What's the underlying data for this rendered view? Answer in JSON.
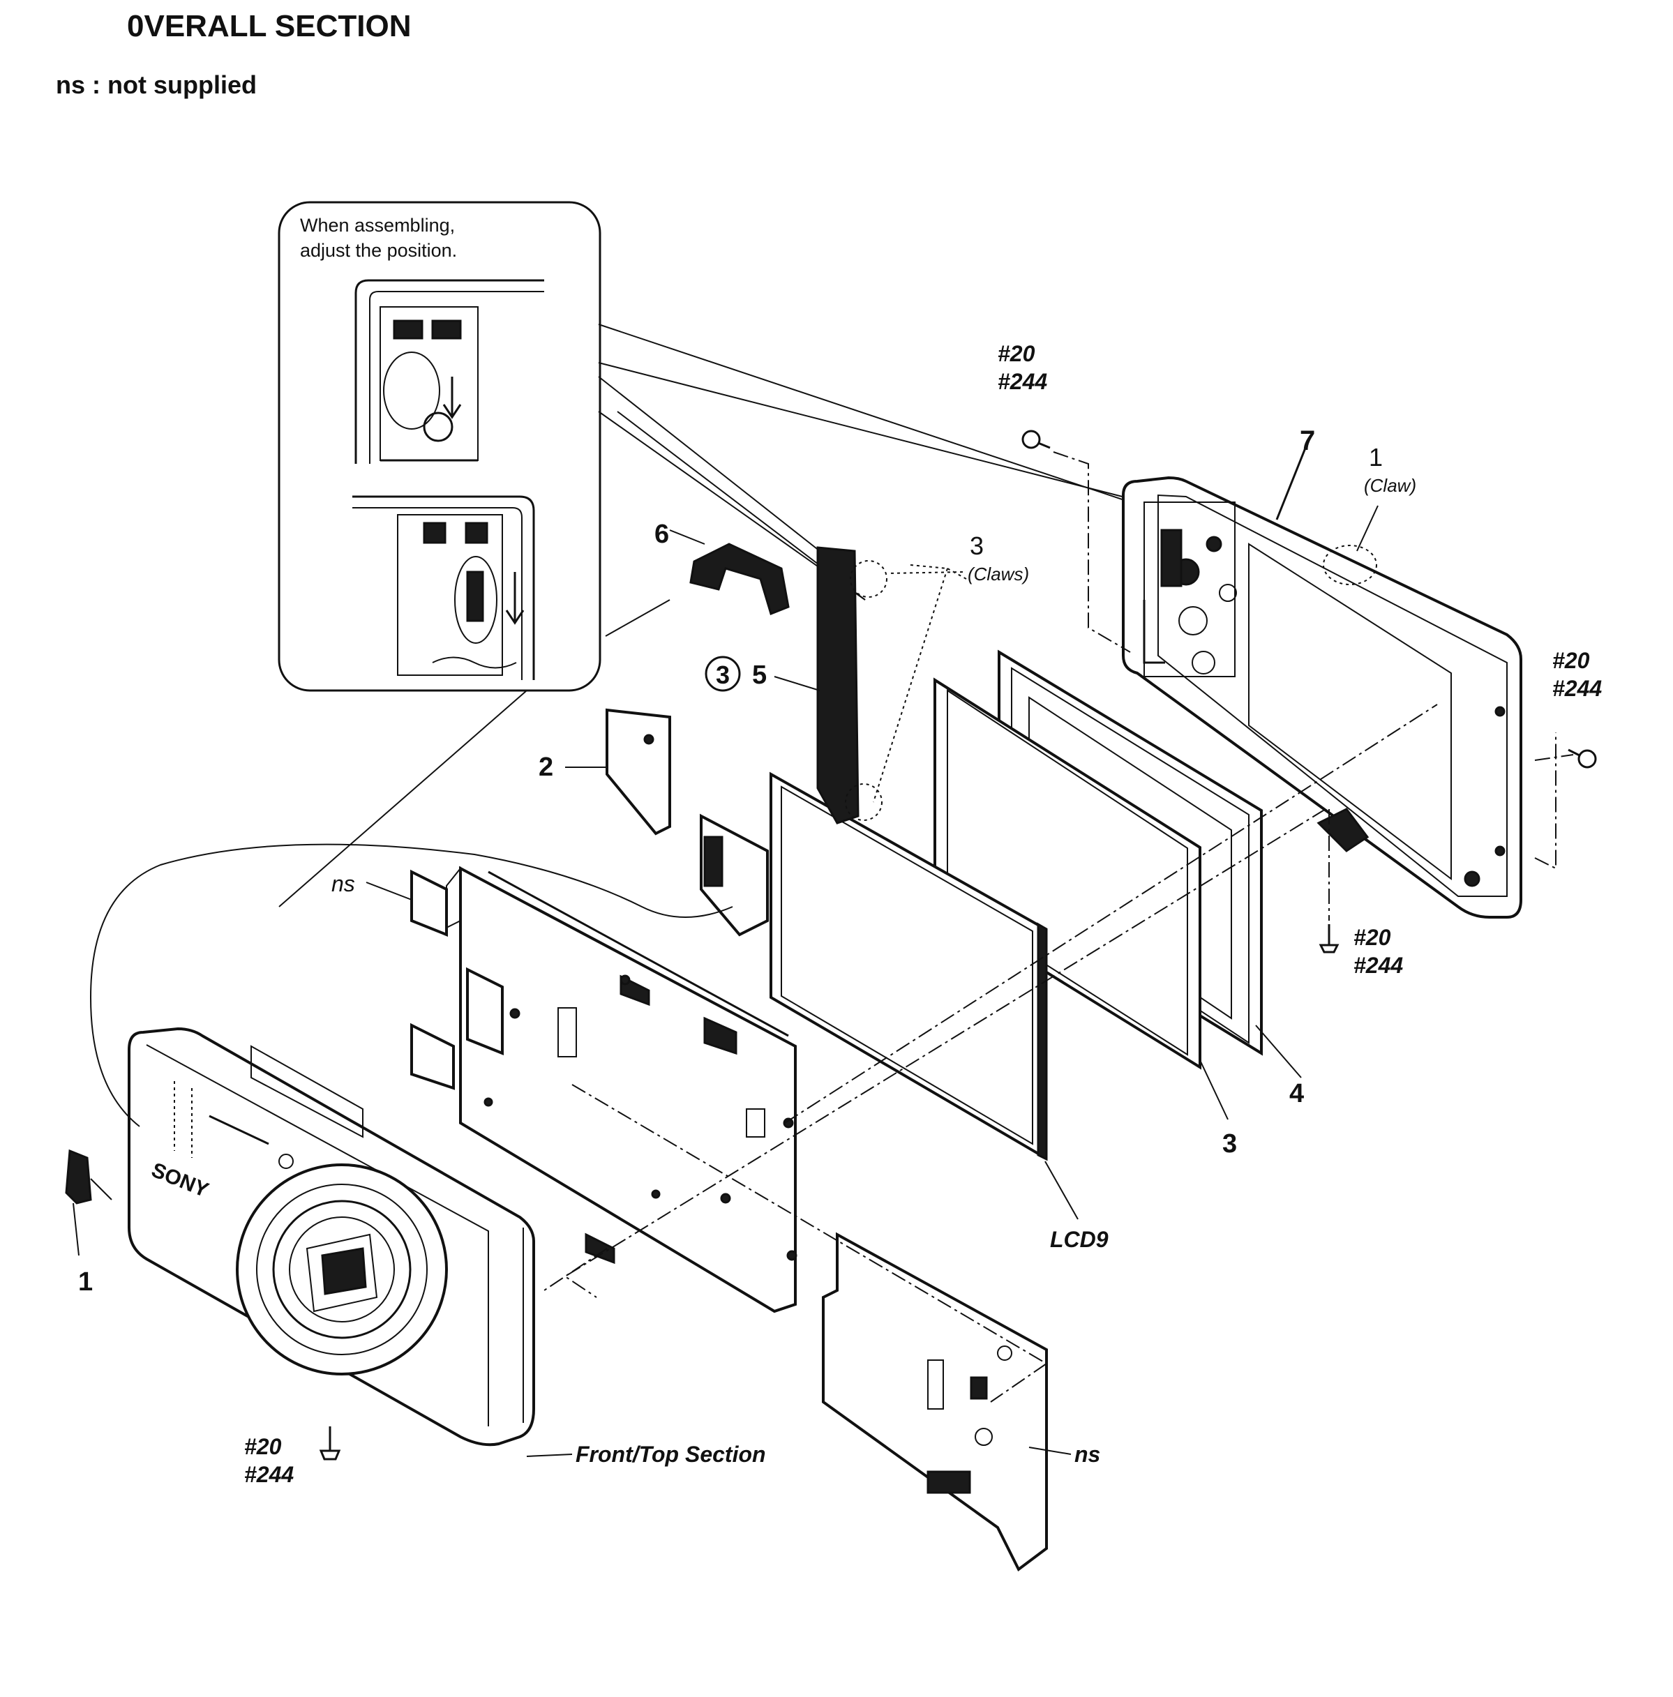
{
  "header": {
    "title": "0VERALL SECTION",
    "legend": "ns : not supplied"
  },
  "inset": {
    "note_line1": "When assembling,",
    "note_line2": "adjust the position."
  },
  "callouts": {
    "screw_top_a": "#20",
    "screw_top_b": "#244",
    "part7": "7",
    "part1_right": "1",
    "claw": "(Claw)",
    "part3_claws": "3",
    "claws": "(Claws)",
    "part6": "6",
    "circled3": "3",
    "part5": "5",
    "part2": "2",
    "screw_right_a": "#20",
    "screw_right_b": "#244",
    "screw_mid_a": "#20",
    "screw_mid_b": "#244",
    "ns_left": "ns",
    "part4": "4",
    "part3_bottom": "3",
    "lcd": "LCD9",
    "part1_left": "1",
    "screw_bottom_a": "#20",
    "screw_bottom_b": "#244",
    "front_top": "Front/Top Section",
    "ns_bottom": "ns"
  }
}
